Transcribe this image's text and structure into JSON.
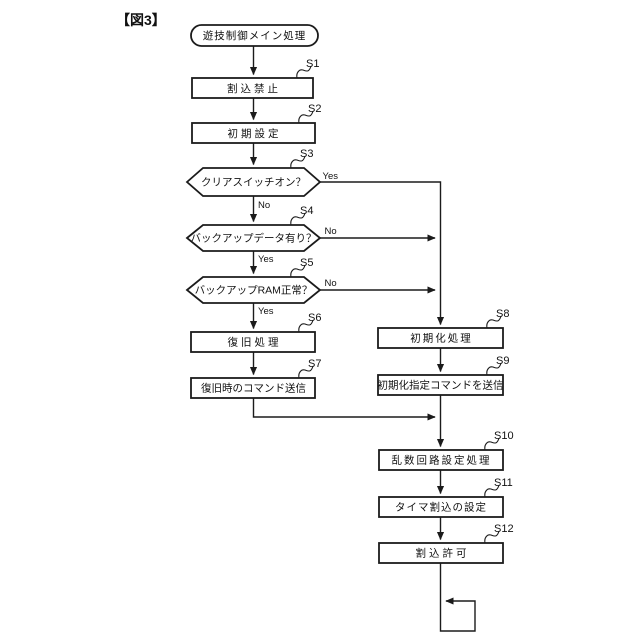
{
  "figure_label": "【図3】",
  "colors": {
    "line": "#1b1b1b",
    "node_fill": "#ffffff",
    "background": "#ffffff"
  },
  "flowchart": {
    "start": {
      "label": "遊技制御メイン処理",
      "type": "terminator"
    },
    "steps": {
      "s1": {
        "id": "S1",
        "label": "割込禁止",
        "type": "process"
      },
      "s2": {
        "id": "S2",
        "label": "初期設定",
        "type": "process"
      },
      "s3": {
        "id": "S3",
        "label": "クリアスイッチオン？",
        "type": "decision"
      },
      "s4": {
        "id": "S4",
        "label": "バックアップデータ有り？",
        "type": "decision"
      },
      "s5": {
        "id": "S5",
        "label": "バックアップRAM正常？",
        "type": "decision"
      },
      "s6": {
        "id": "S6",
        "label": "復旧処理",
        "type": "process"
      },
      "s7": {
        "id": "S7",
        "label": "復旧時のコマンド送信",
        "type": "process"
      },
      "s8": {
        "id": "S8",
        "label": "初期化処理",
        "type": "process"
      },
      "s9": {
        "id": "S9",
        "label": "初期化指定コマンドを送信",
        "type": "process"
      },
      "s10": {
        "id": "S10",
        "label": "乱数回路設定処理",
        "type": "process"
      },
      "s11": {
        "id": "S11",
        "label": "タイマ割込の設定",
        "type": "process"
      },
      "s12": {
        "id": "S12",
        "label": "割込許可",
        "type": "process"
      }
    },
    "branches": {
      "s3_yes": "Yes",
      "s3_no": "No",
      "s4_no": "No",
      "s4_yes": "Yes",
      "s5_no": "No",
      "s5_yes": "Yes"
    }
  }
}
